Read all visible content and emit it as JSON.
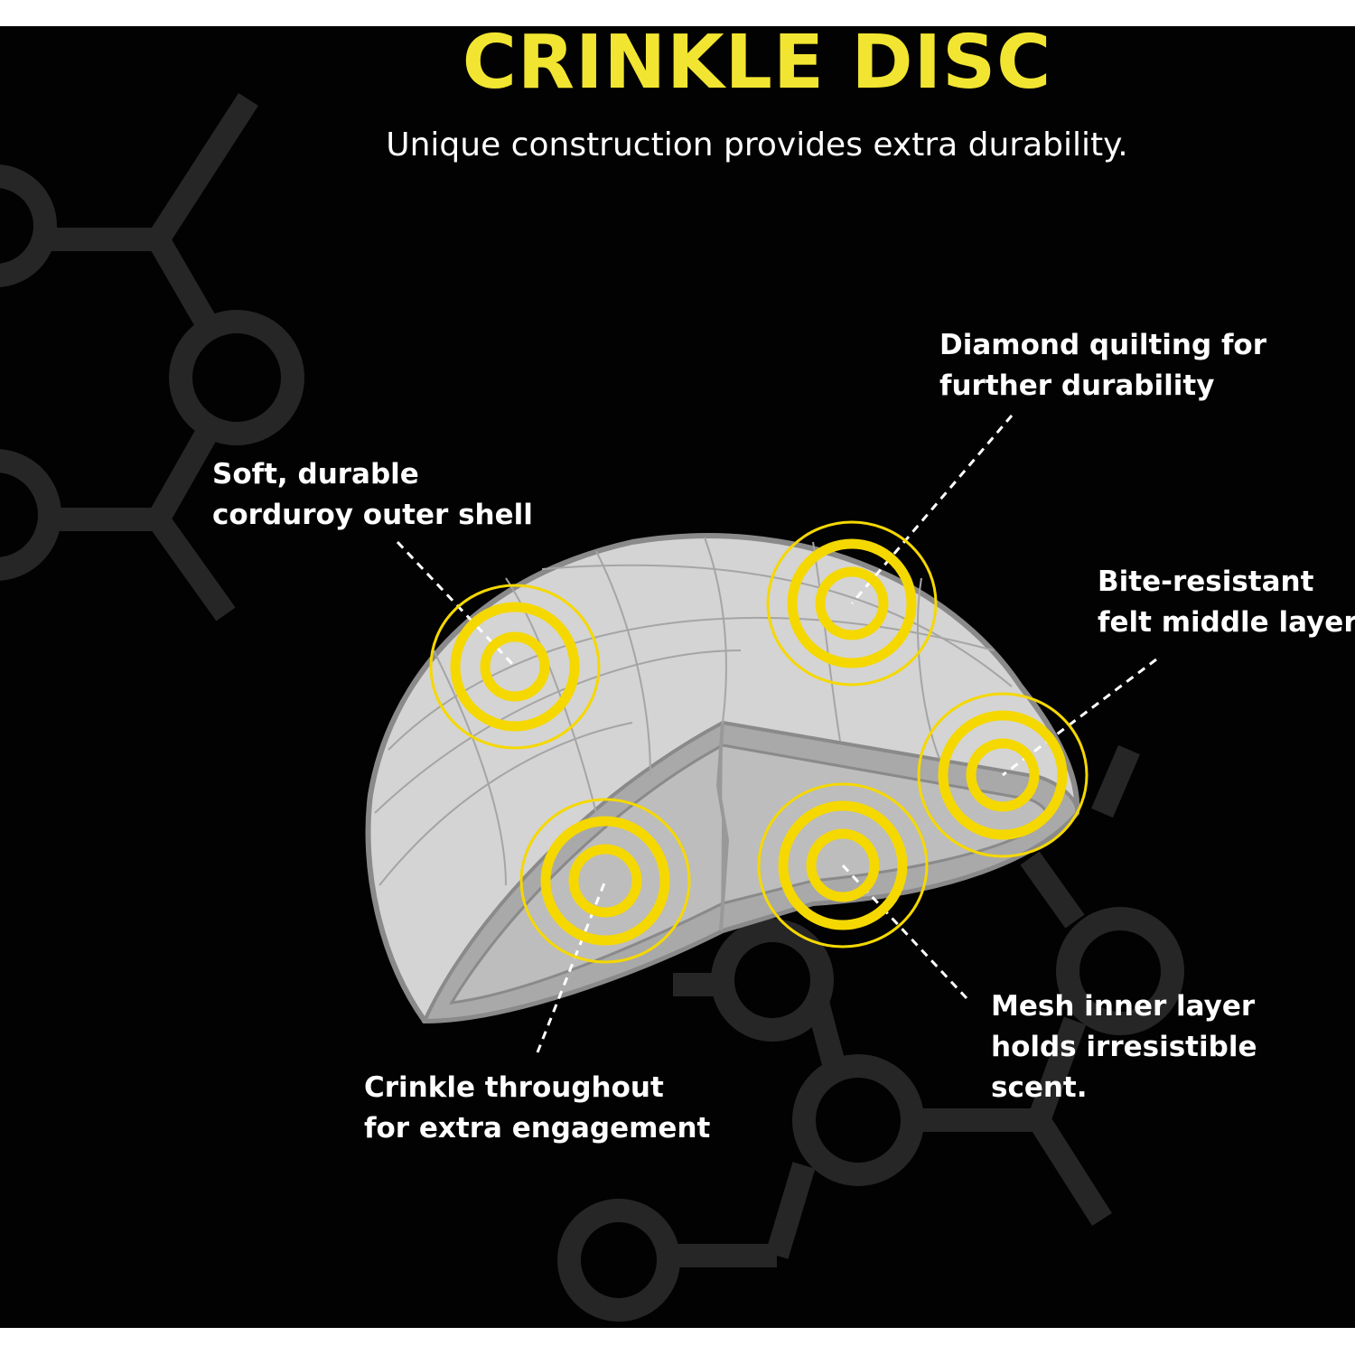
{
  "title": "CRINKLE DISC",
  "subtitle": "Unique construction provides extra durability.",
  "callouts": {
    "shell": [
      "Soft, durable",
      "corduroy outer shell"
    ],
    "quilting": [
      "Diamond quilting for",
      "further durability"
    ],
    "felt": [
      "Bite-resistant",
      "felt middle layer"
    ],
    "crinkle": [
      "Crinkle throughout",
      "for extra engagement"
    ],
    "mesh": [
      "Mesh inner layer",
      "holds irresistible",
      "scent."
    ]
  },
  "colors": {
    "accent": "#f5d800",
    "background": "#020202",
    "disc": "#c8c8c8"
  }
}
